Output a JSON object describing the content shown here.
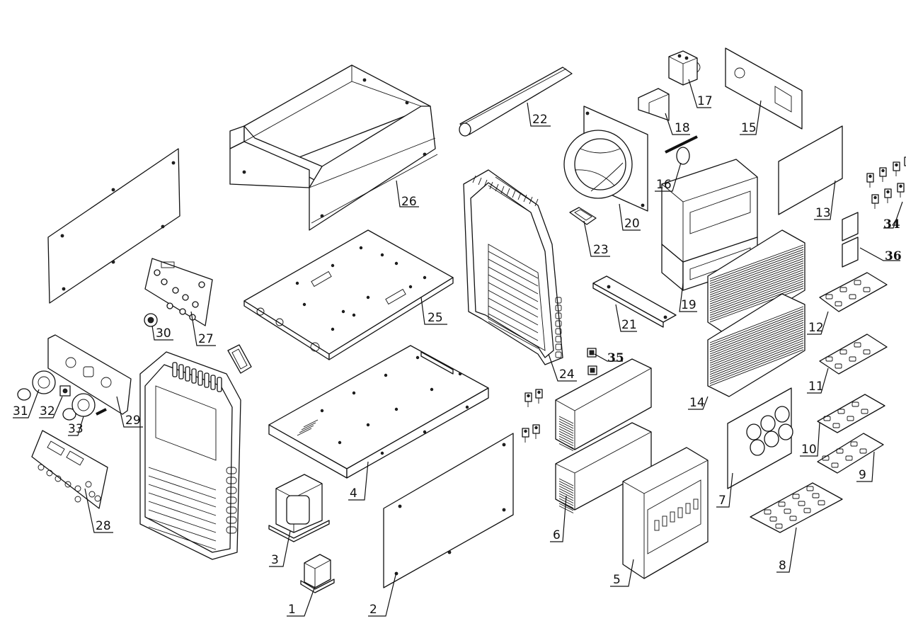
{
  "diagram": {
    "parts": [
      {
        "id": "p1",
        "label": "1"
      },
      {
        "id": "p2",
        "label": "2"
      },
      {
        "id": "p3",
        "label": "3"
      },
      {
        "id": "p4",
        "label": "4"
      },
      {
        "id": "p5",
        "label": "5"
      },
      {
        "id": "p6",
        "label": "6"
      },
      {
        "id": "p7",
        "label": "7"
      },
      {
        "id": "p8",
        "label": "8"
      },
      {
        "id": "p9",
        "label": "9"
      },
      {
        "id": "p10",
        "label": "10"
      },
      {
        "id": "p11",
        "label": "11"
      },
      {
        "id": "p12",
        "label": "12"
      },
      {
        "id": "p13",
        "label": "13"
      },
      {
        "id": "p14",
        "label": "14"
      },
      {
        "id": "p15",
        "label": "15"
      },
      {
        "id": "p16",
        "label": "16"
      },
      {
        "id": "p17",
        "label": "17"
      },
      {
        "id": "p18",
        "label": "18"
      },
      {
        "id": "p19",
        "label": "19"
      },
      {
        "id": "p20",
        "label": "20"
      },
      {
        "id": "p21",
        "label": "21"
      },
      {
        "id": "p22",
        "label": "22"
      },
      {
        "id": "p23",
        "label": "23"
      },
      {
        "id": "p24",
        "label": "24"
      },
      {
        "id": "p25",
        "label": "25"
      },
      {
        "id": "p26",
        "label": "26"
      },
      {
        "id": "p27",
        "label": "27"
      },
      {
        "id": "p28",
        "label": "28"
      },
      {
        "id": "p29",
        "label": "29"
      },
      {
        "id": "p30",
        "label": "30"
      },
      {
        "id": "p31",
        "label": "31"
      },
      {
        "id": "p32",
        "label": "32"
      },
      {
        "id": "p33",
        "label": "33"
      },
      {
        "id": "p34",
        "label": "34"
      },
      {
        "id": "p35",
        "label": "35"
      },
      {
        "id": "p36",
        "label": "36"
      }
    ]
  }
}
